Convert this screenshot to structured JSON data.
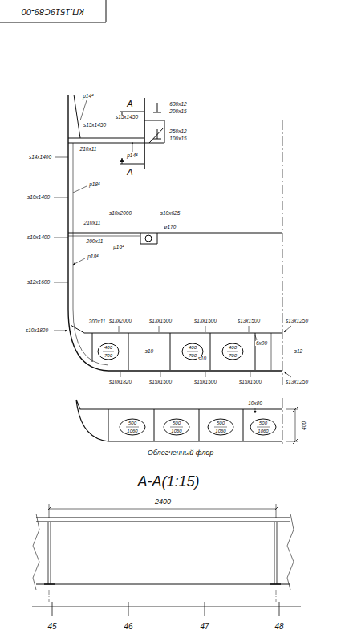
{
  "diagram": {
    "labels": [
      "КП.1519С89-00",
      "А",
      "А",
      "р14⁴",
      "s15х1450",
      "s15х1450",
      "630х12",
      "200х15",
      "250х12",
      "100х15",
      "210х11",
      "р14⁴",
      "s14х1400",
      "р18⁴",
      "s10х1400",
      "210х11",
      "s10х2000",
      "s10х625",
      "ø170",
      "200х11",
      "р16⁴",
      "s10х1400",
      "р18⁴",
      "s12х1600",
      "s10х1820",
      "200х11",
      "s13х2000",
      "s13х1500",
      "s13х1500",
      "s13х1500",
      "s13х1250",
      "400",
      "700",
      "s10",
      "400",
      "700",
      "s10",
      "400",
      "700",
      "6х80",
      "s12",
      "s10х1820",
      "s15х1500",
      "s15х1500",
      "s15х1500",
      "s13х1250",
      "10х80",
      "500",
      "1060",
      "500",
      "1060",
      "500",
      "1060",
      "500",
      "1060",
      "400",
      "Облегченный флор",
      "А-А(1:15)",
      "2400",
      "45",
      "46",
      "47",
      "48"
    ]
  }
}
